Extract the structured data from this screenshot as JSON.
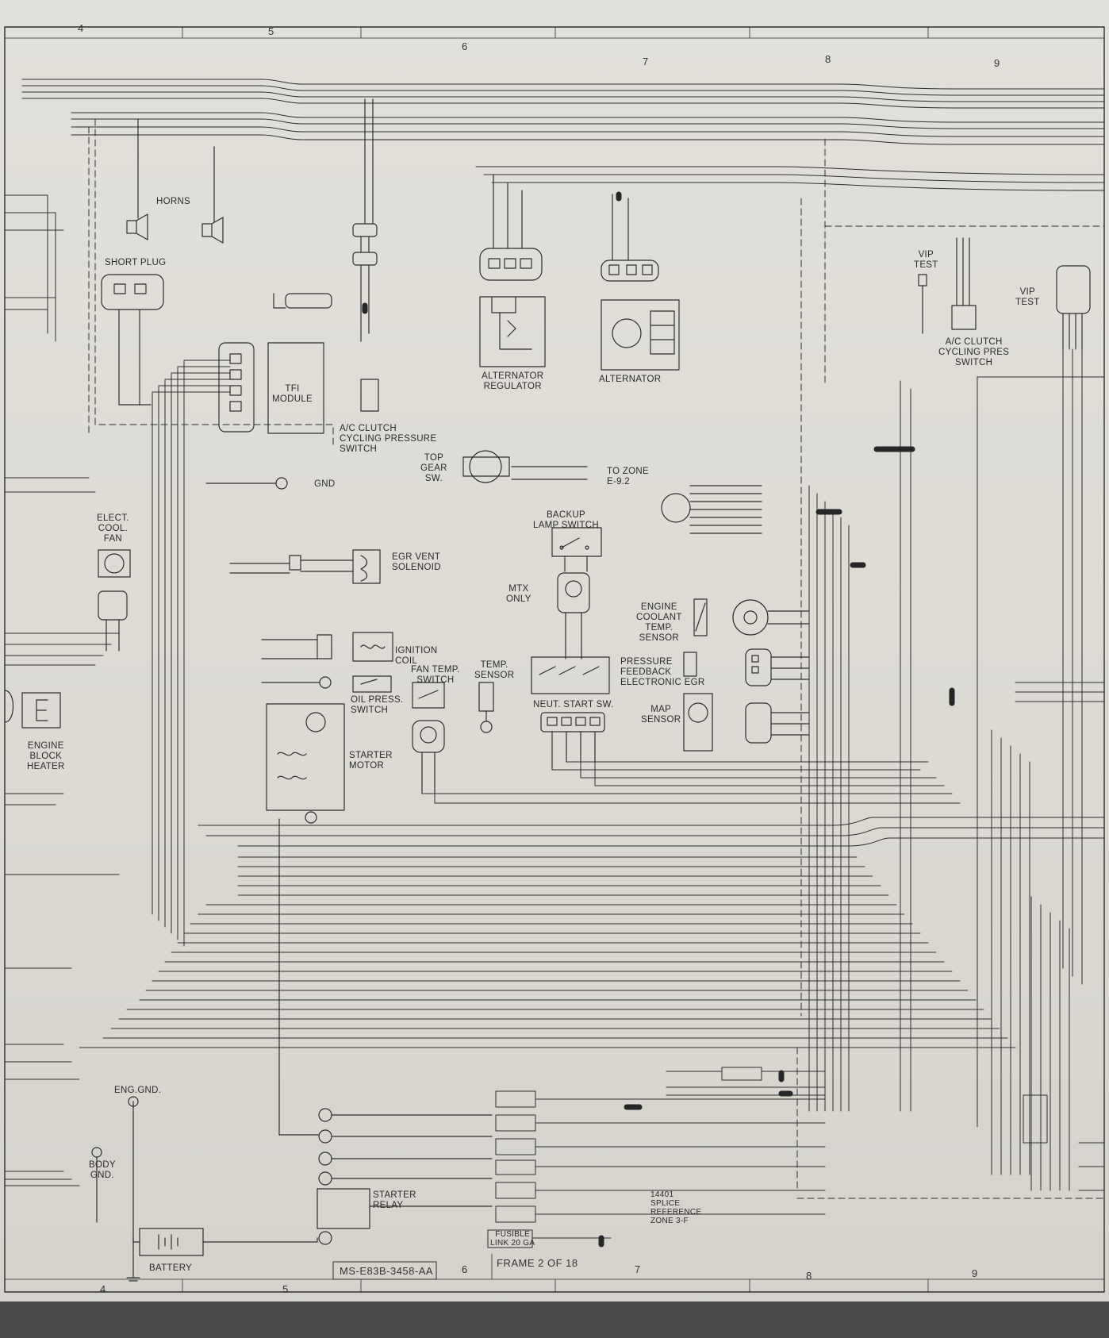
{
  "zones": {
    "top": [
      "4",
      "5",
      "6",
      "7",
      "8",
      "9"
    ],
    "bottom": [
      "4",
      "5",
      "6",
      "7",
      "8",
      "9"
    ]
  },
  "components": {
    "horns": "HORNS",
    "short_plug": "SHORT PLUG",
    "tfi_module": "TFI\nMODULE",
    "ac_clutch_left": "A/C CLUTCH\nCYCLING PRESSURE\nSWITCH",
    "alternator_regulator": "ALTERNATOR\nREGULATOR",
    "alternator": "ALTERNATOR",
    "vip_test_1": "VIP\nTEST",
    "vip_test_2": "VIP\nTEST",
    "ac_clutch_right": "A/C CLUTCH\nCYCLING PRES\nSWITCH",
    "gnd": "GND",
    "top_gear_switch": "TOP\nGEAR\nSW.",
    "to_zone": "TO ZONE\nE-9.2",
    "elect_cool_fan": "ELECT.\nCOOL.\nFAN",
    "backup_lamp_switch": "BACKUP\nLAMP SWITCH",
    "egr_vent_solenoid": "EGR VENT\nSOLENOID",
    "mtx_only": "MTX\nONLY",
    "engine_coolant_temp_sensor": "ENGINE\nCOOLANT\nTEMP.\nSENSOR",
    "ignition_coil": "IGNITION\nCOIL",
    "fan_temp_switch": "FAN TEMP.\nSWITCH",
    "temp_sensor": "TEMP.\nSENSOR",
    "pressure_feedback_egr": "PRESSURE\nFEEDBACK\nELECTRONIC EGR",
    "oil_press_switch": "OIL PRESS.\nSWITCH",
    "neut_start_switch": "NEUT. START SW.",
    "map_sensor": "MAP\nSENSOR",
    "engine_block_heater": "ENGINE\nBLOCK\nHEATER",
    "starter_motor": "STARTER\nMOTOR",
    "eng_gnd": "ENG.GND.",
    "body_gnd": "BODY\nGND.",
    "starter_relay": "STARTER\nRELAY",
    "battery": "BATTERY",
    "fusible_link": "FUSIBLE\nLINK 20 GA",
    "splice_reference": "14401\nSPLICE\nREFERENCE\nZONE 3-F"
  },
  "footer": {
    "drawing_number": "MS-E83B-3458-AA",
    "frame": "FRAME 2 OF 18"
  }
}
